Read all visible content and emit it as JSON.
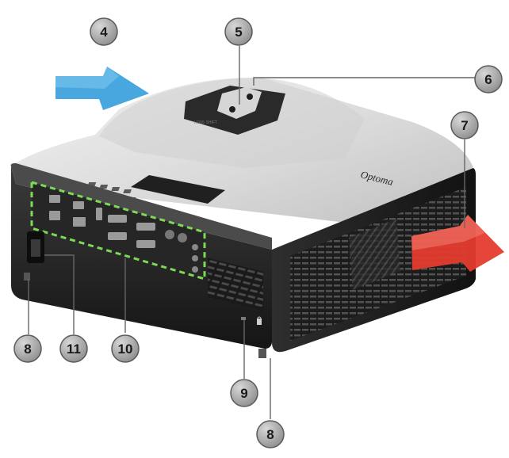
{
  "brand": "Optoma",
  "callouts": [
    {
      "id": "callout-4",
      "label": "4"
    },
    {
      "id": "callout-5",
      "label": "5"
    },
    {
      "id": "callout-6",
      "label": "6"
    },
    {
      "id": "callout-7",
      "label": "7"
    },
    {
      "id": "callout-8-left",
      "label": "8"
    },
    {
      "id": "callout-8-right",
      "label": "8"
    },
    {
      "id": "callout-9",
      "label": "9"
    },
    {
      "id": "callout-10",
      "label": "10"
    },
    {
      "id": "callout-11",
      "label": "11"
    }
  ],
  "colors": {
    "intake_arrow": "#3aa0dc",
    "exhaust_arrow": "#e53b2e",
    "io_panel_outline": "#7ed957",
    "body_light": "#e8e8e8",
    "body_dark": "#1f1f1f",
    "callout_fill": "#9a9a9a"
  },
  "icons": {
    "intake": "airflow-intake-arrow",
    "exhaust": "airflow-exhaust-arrow",
    "lock": "kensington-lock-icon"
  }
}
